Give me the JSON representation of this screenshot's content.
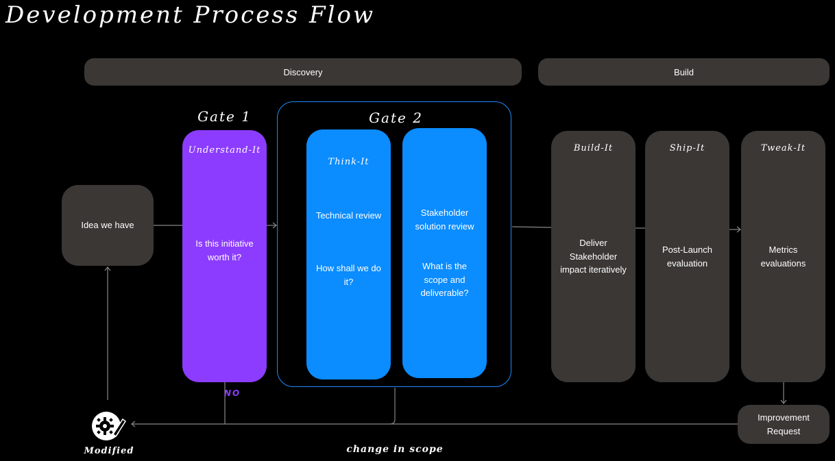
{
  "title": "Development Process Flow",
  "phases": {
    "discovery": "Discovery",
    "build": "Build"
  },
  "gates": {
    "gate1": "Gate 1",
    "gate2": "Gate 2"
  },
  "idea": "Idea we have",
  "understand": {
    "heading": "Understand-It",
    "text": "Is this initiative worth it?"
  },
  "think": {
    "heading": "Think-It",
    "text1": "Technical review",
    "text2": "How shall we do it?"
  },
  "stakeholder": {
    "text1": "Stakeholder solution  review",
    "text2": "What is the scope and deliverable?"
  },
  "build_it": {
    "heading": "Build-It",
    "text": "Deliver Stakeholder impact iteratively"
  },
  "ship_it": {
    "heading": "Ship-It",
    "text": "Post-Launch evaluation"
  },
  "tweak_it": {
    "heading": "Tweak-It",
    "text": "Metrics evaluations"
  },
  "improvement": "Improvement Request",
  "no_label": "NO",
  "modified": "Modified",
  "change_scope": "change in scope",
  "colors": {
    "purple": "#8c3cff",
    "blue": "#0b8cff",
    "grey": "#3a3735"
  },
  "icons": [
    "gear-pencil-icon"
  ]
}
